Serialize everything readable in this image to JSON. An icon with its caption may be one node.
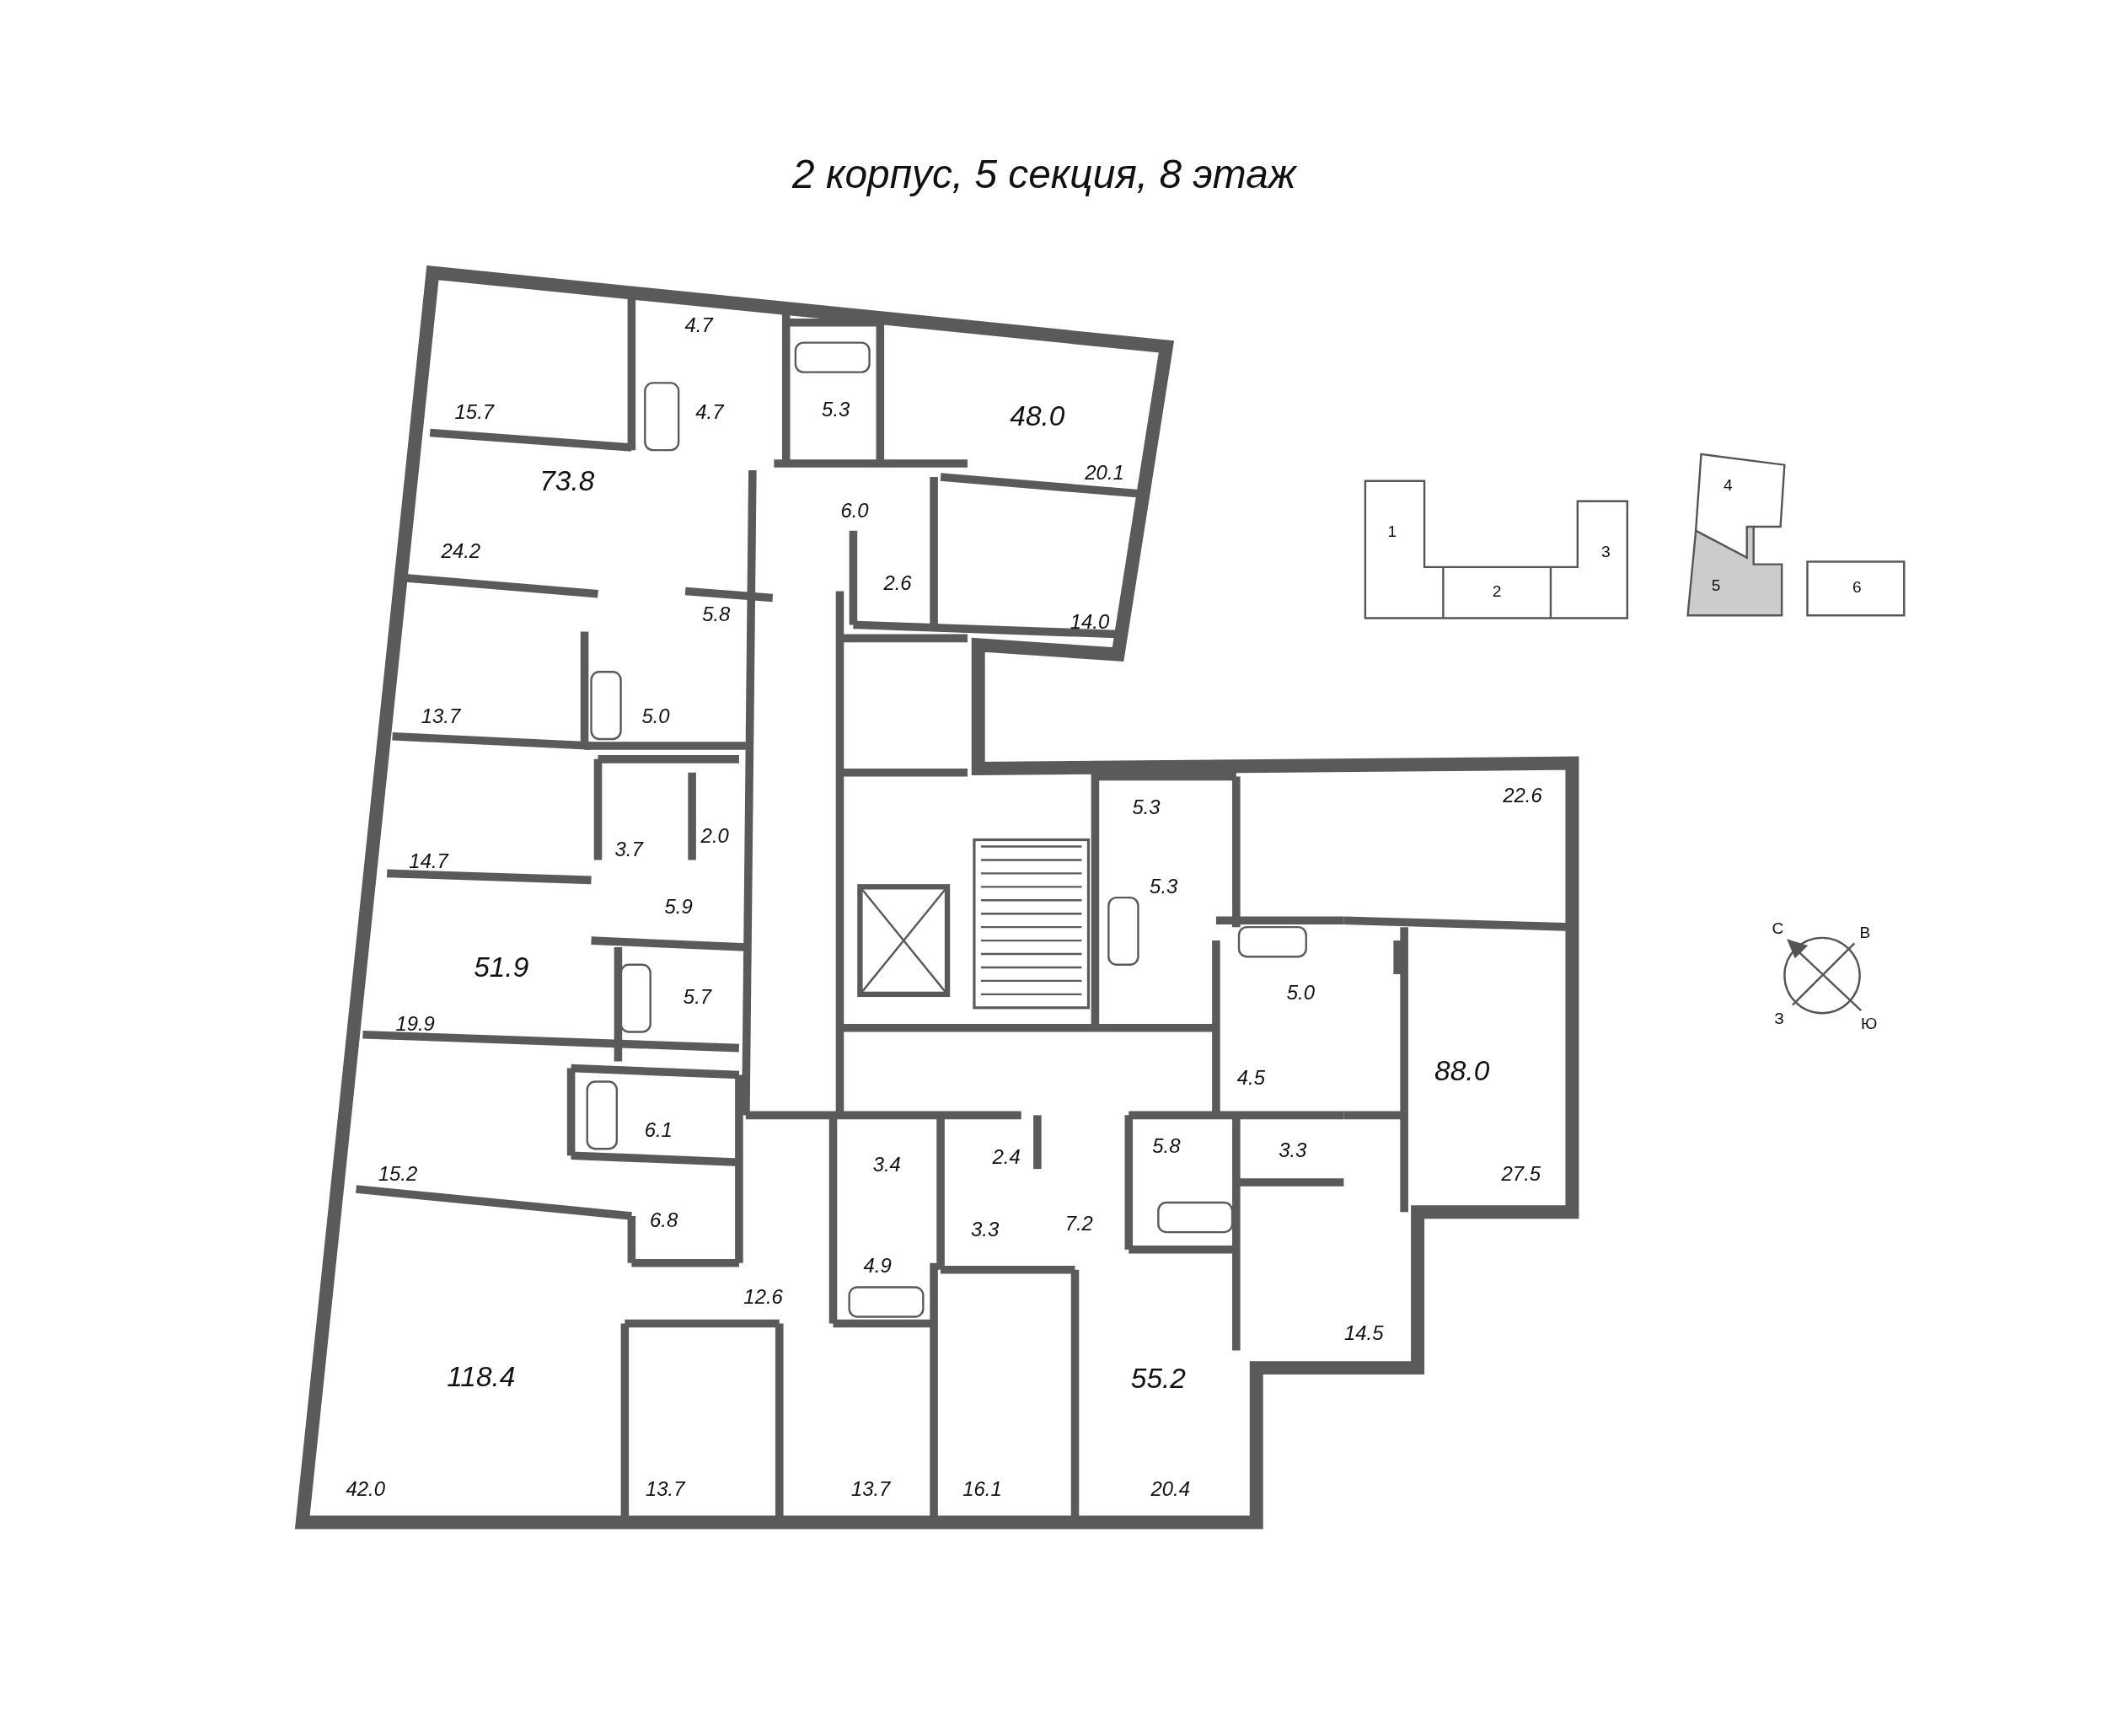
{
  "diagram": {
    "title": "2 корпус, 5 секция, 8 этаж",
    "labels": [
      "4.7",
      "15.7",
      "4.7",
      "5.3",
      "48.0",
      "20.1",
      "73.8",
      "24.2",
      "1",
      "4",
      "6.0",
      "3",
      "2.6",
      "2",
      "5",
      "6",
      "14.0",
      "5.8",
      "13.7",
      "5.0",
      "22.6",
      "5.3",
      "3.7",
      "2.0",
      "14.7",
      "5.9",
      "5.3",
      "С",
      "В",
      "51.9",
      "5.7",
      "5.0",
      "З",
      "Ю",
      "19.9",
      "4.5",
      "88.0",
      "6.1",
      "3.4",
      "2.4",
      "5.8",
      "3.3",
      "15.2",
      "27.5",
      "6.8",
      "3.3",
      "7.2",
      "4.9",
      "12.6",
      "14.5",
      "118.4",
      "55.2",
      "42.0",
      "13.7",
      "13.7",
      "16.1",
      "20.4"
    ]
  }
}
